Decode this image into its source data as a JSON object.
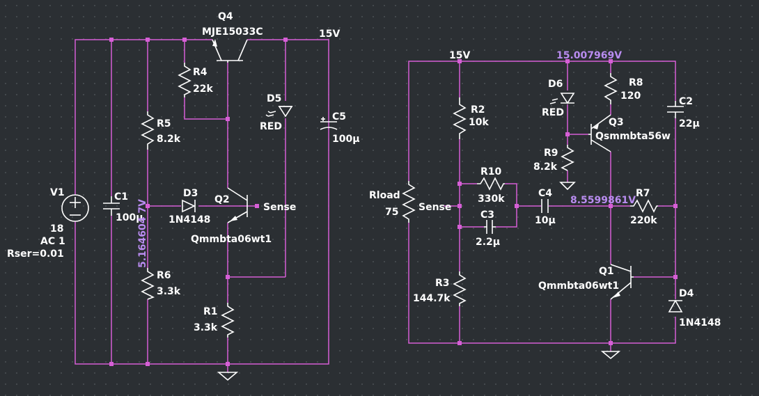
{
  "schematic": {
    "colors": {
      "background": "#2b2f33",
      "wire": "#d65fd6",
      "component": "#ffffff",
      "label": "#ffffff",
      "net_label": "#b98cf0",
      "grid_dot": "#555b60"
    },
    "left": {
      "V1": {
        "name": "V1",
        "value": "18",
        "ac": "AC 1",
        "rser": "Rser=0.01"
      },
      "C1": {
        "name": "C1",
        "value": "100µ"
      },
      "R5": {
        "name": "R5",
        "value": "8.2k"
      },
      "R6": {
        "name": "R6",
        "value": "3.3k"
      },
      "R4": {
        "name": "R4",
        "value": "22k"
      },
      "R1": {
        "name": "R1",
        "value": "3.3k"
      },
      "D3": {
        "name": "D3",
        "value": "1N4148"
      },
      "D5": {
        "name": "D5",
        "value": "RED"
      },
      "C5": {
        "name": "C5",
        "value": "100µ"
      },
      "Q4": {
        "name": "Q4",
        "value": "MJE15033C"
      },
      "Q2": {
        "name": "Q2",
        "value": "Qmmbta06wt1"
      },
      "net_15v": "15V",
      "net_sense": "Sense",
      "voltage_probe": "5.164604 7V"
    },
    "right": {
      "net_15v": "15V",
      "voltage_top": "15.007969V",
      "voltage_mid": "8.5599861V",
      "Rload": {
        "name": "Rload",
        "value": "75"
      },
      "net_sense": "Sense",
      "R2": {
        "name": "R2",
        "value": "10k"
      },
      "R10": {
        "name": "R10",
        "value": "330k"
      },
      "C3": {
        "name": "C3",
        "value": "2.2µ"
      },
      "R3": {
        "name": "R3",
        "value": "144.7k"
      },
      "C4": {
        "name": "C4",
        "value": "10µ"
      },
      "D6": {
        "name": "D6",
        "value": "RED"
      },
      "R9": {
        "name": "R9",
        "value": "8.2k"
      },
      "R8": {
        "name": "R8",
        "value": "120"
      },
      "Q3": {
        "name": "Q3",
        "value": "Qsmmbta56w"
      },
      "C2": {
        "name": "C2",
        "value": "22µ"
      },
      "R7": {
        "name": "R7",
        "value": "220k"
      },
      "Q1": {
        "name": "Q1",
        "value": "Qmmbta06wt1"
      },
      "D4": {
        "name": "D4",
        "value": "1N4148"
      }
    }
  }
}
